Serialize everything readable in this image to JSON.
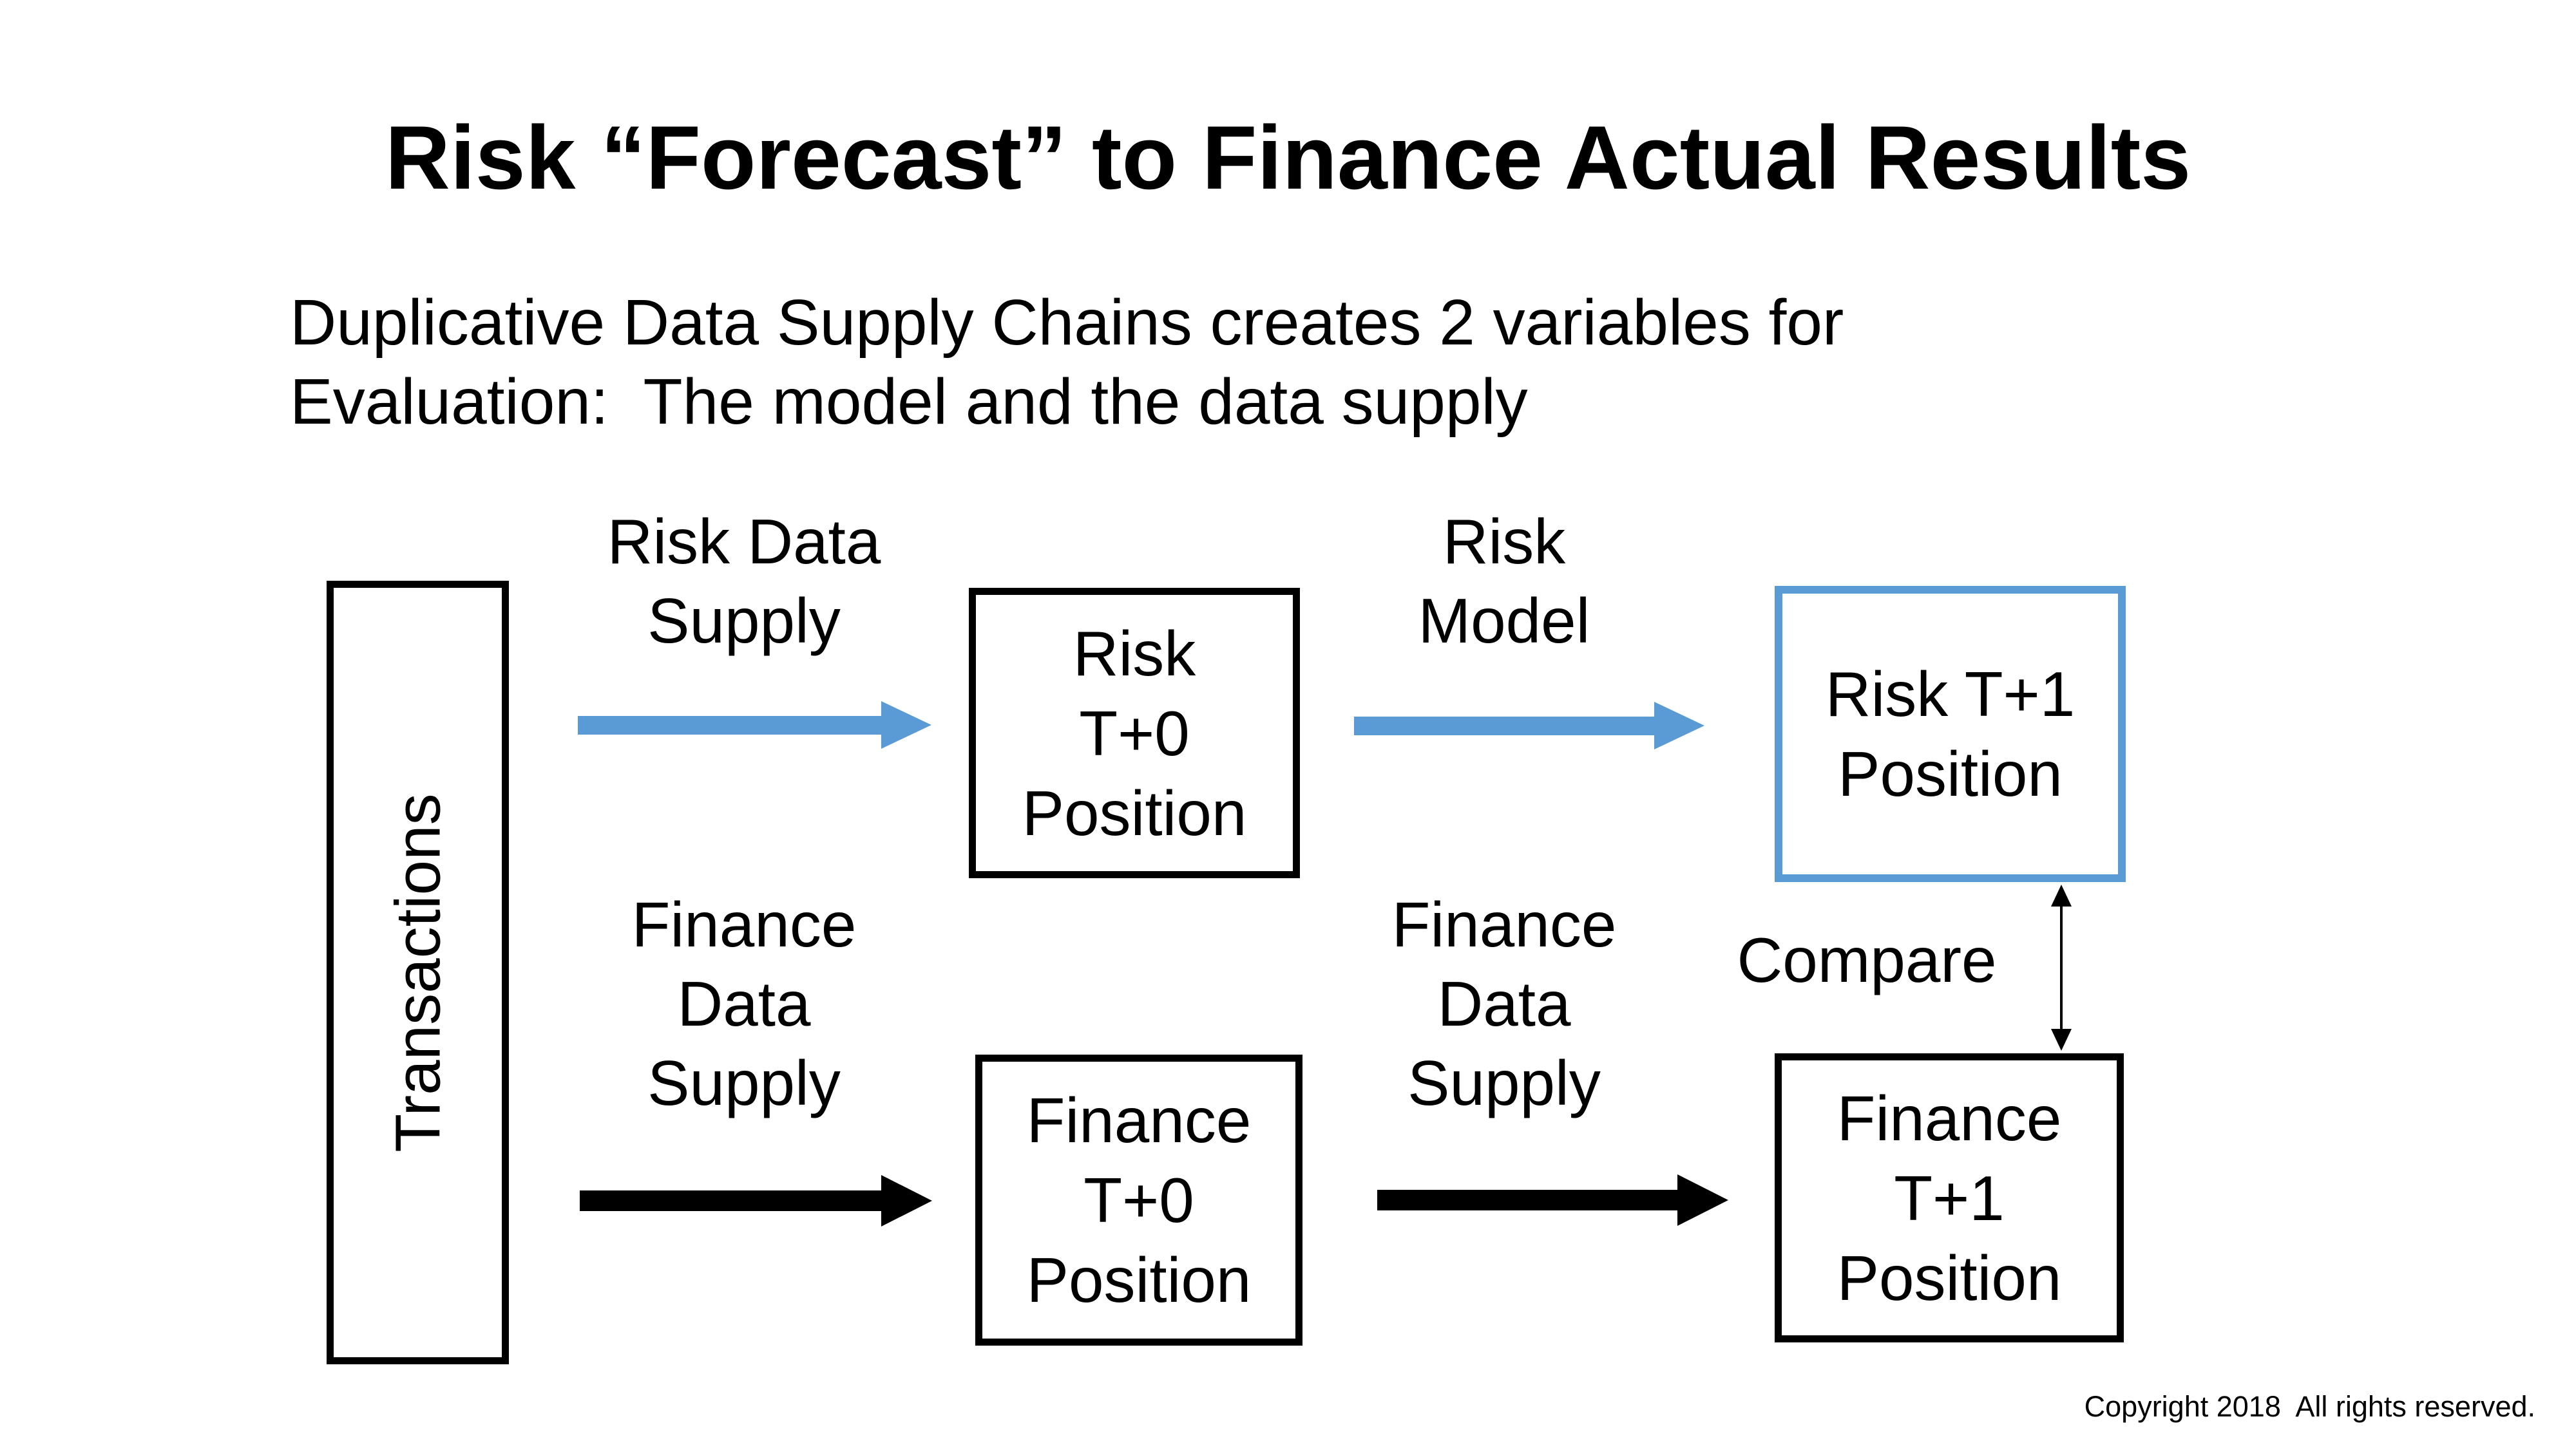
{
  "title": "Risk “Forecast” to Finance Actual Results",
  "subtitle": {
    "line1": "Duplicative Data Supply Chains creates 2 variables for",
    "line2": "Evaluation:  The model and the data supply"
  },
  "diagram": {
    "transactions": {
      "label": "Transactions"
    },
    "flow_labels": {
      "risk_data_supply": {
        "line1": "Risk Data",
        "line2": "Supply"
      },
      "risk_model": {
        "line1": "Risk",
        "line2": "Model"
      },
      "finance_data_supply_left": {
        "line1": "Finance",
        "line2": "Data",
        "line3": "Supply"
      },
      "finance_data_supply_right": {
        "line1": "Finance",
        "line2": "Data",
        "line3": "Supply"
      },
      "compare": "Compare"
    },
    "boxes": {
      "risk_t0": {
        "line1": "Risk",
        "line2": "T+0",
        "line3": "Position"
      },
      "risk_t1": {
        "line1": "Risk T+1",
        "line2": "Position"
      },
      "finance_t0": {
        "line1": "Finance",
        "line2": "T+0",
        "line3": "Position"
      },
      "finance_t1": {
        "line1": "Finance",
        "line2": "T+1",
        "line3": "Position"
      }
    },
    "colors": {
      "accent_blue": "#5B9BD5",
      "diagram_black": "#000000"
    }
  },
  "footer": {
    "copyright": "Copyright 2018  All rights reserved."
  }
}
